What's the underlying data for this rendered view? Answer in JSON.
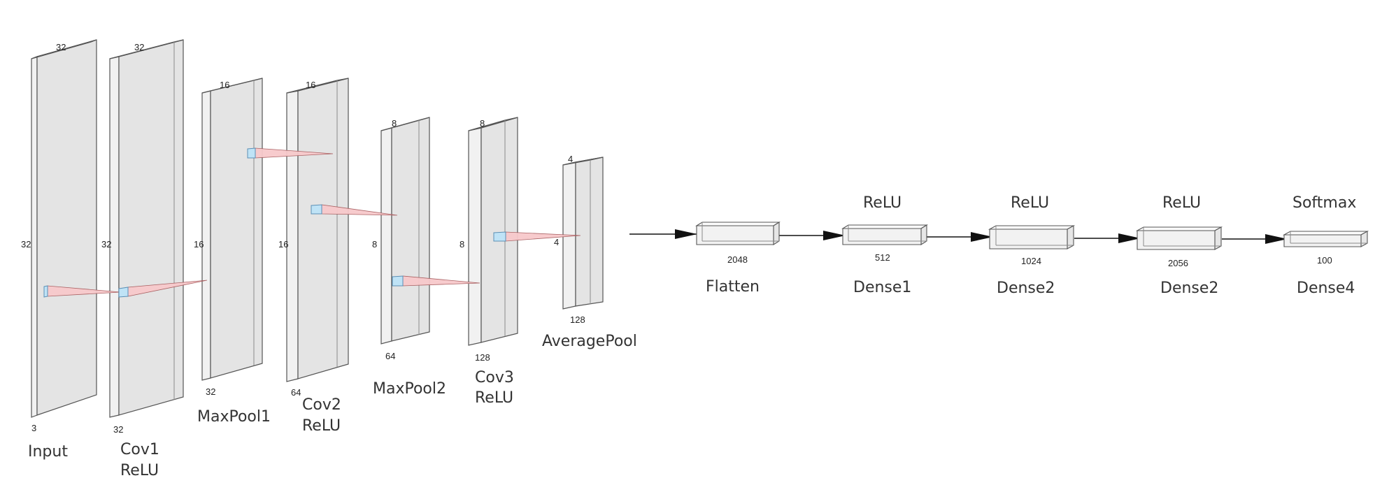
{
  "conv_layers": [
    {
      "id": "input",
      "label": [
        "Input"
      ],
      "top_dim": "32",
      "left_dim": "32",
      "bottom_dim": "3"
    },
    {
      "id": "cov1",
      "label": [
        "Cov1",
        "ReLU"
      ],
      "top_dim": "32",
      "left_dim": "32",
      "bottom_dim": "32"
    },
    {
      "id": "maxpool1",
      "label": [
        "MaxPool1"
      ],
      "top_dim": "16",
      "left_dim": "16",
      "bottom_dim": "32"
    },
    {
      "id": "cov2",
      "label": [
        "Cov2",
        "ReLU"
      ],
      "top_dim": "16",
      "left_dim": "16",
      "bottom_dim": "64"
    },
    {
      "id": "maxpool2",
      "label": [
        "MaxPool2"
      ],
      "top_dim": "8",
      "left_dim": "8",
      "bottom_dim": "64"
    },
    {
      "id": "cov3",
      "label": [
        "Cov3",
        "ReLU"
      ],
      "top_dim": "8",
      "left_dim": "8",
      "bottom_dim": "128"
    },
    {
      "id": "averagepool",
      "label": [
        "AveragePool"
      ],
      "top_dim": "4",
      "left_dim": "4",
      "bottom_dim": "128"
    }
  ],
  "dense_layers": [
    {
      "id": "flatten",
      "name": "Flatten",
      "activation": "",
      "size": "2048"
    },
    {
      "id": "dense1",
      "name": "Dense1",
      "activation": "ReLU",
      "size": "512"
    },
    {
      "id": "dense2a",
      "name": "Dense2",
      "activation": "ReLU",
      "size": "1024"
    },
    {
      "id": "dense2b",
      "name": "Dense2",
      "activation": "ReLU",
      "size": "2056"
    },
    {
      "id": "dense4",
      "name": "Dense4",
      "activation": "Softmax",
      "size": "100"
    }
  ]
}
